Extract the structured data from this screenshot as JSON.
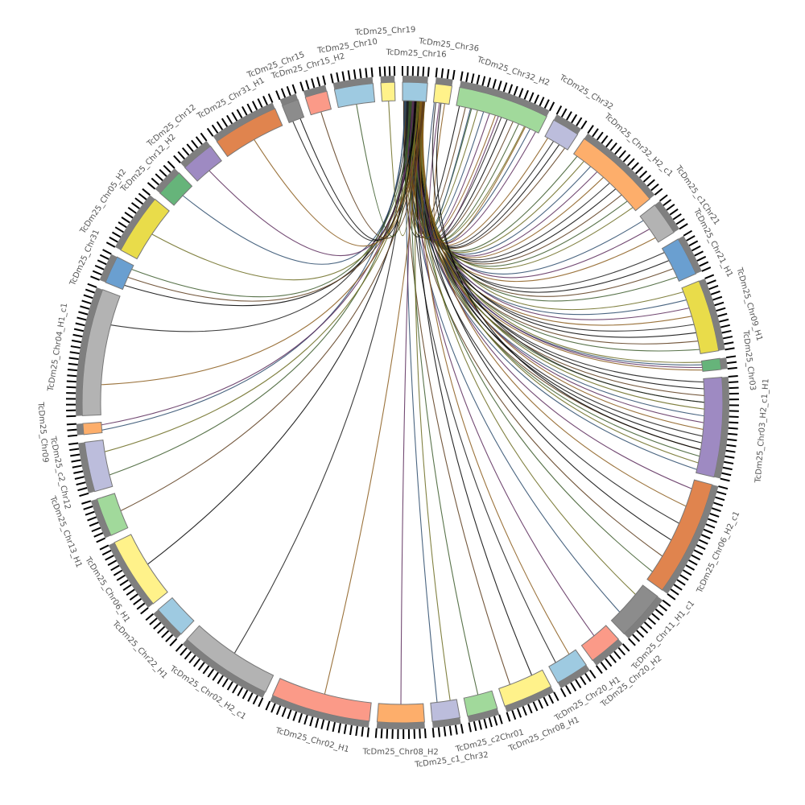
{
  "chart_data": {
    "type": "circos",
    "title": "",
    "band_color": "#7f7f7f",
    "sectors": [
      {
        "name": "TcDm25_Chr16",
        "length": 45,
        "color": "#9ecae1"
      },
      {
        "name": "TcDm25_Chr36",
        "length": 30,
        "color": "#fff28a"
      },
      {
        "name": "TcDm25_Chr32_H2",
        "length": 165,
        "color": "#a1d99b"
      },
      {
        "name": "TcDm25_Chr32",
        "length": 50,
        "color": "#bcbddc"
      },
      {
        "name": "TcDm25_Chr32_H2_c1",
        "length": 160,
        "color": "#fdae6b"
      },
      {
        "name": "TcDm25_c1Chr21",
        "length": 60,
        "color": "#b3b3b3"
      },
      {
        "name": "TcDm25_Chr21_H1",
        "length": 70,
        "color": "#6a9fd0"
      },
      {
        "name": "TcDm25_Chr09_H1",
        "length": 130,
        "color": "#e9dc4a"
      },
      {
        "name": "TcDm25_Chr03",
        "length": 20,
        "color": "#66b47a"
      },
      {
        "name": "TcDm25_Chr03_H2_c1_H1",
        "length": 180,
        "color": "#9e8ac2"
      },
      {
        "name": "TcDm25_Chr06_H2_c1",
        "length": 210,
        "color": "#e0844e"
      },
      {
        "name": "TcDm25_Chr11_H1_c1",
        "length": 90,
        "color": "#8c8c8c"
      },
      {
        "name": "TcDm25_Chr20_H2",
        "length": 60,
        "color": "#fb9a88"
      },
      {
        "name": "TcDm25_Chr20_H1",
        "length": 60,
        "color": "#9ecae1"
      },
      {
        "name": "TcDm25_Chr08_H1",
        "length": 90,
        "color": "#fff28a"
      },
      {
        "name": "TcDm25_c2Chr01",
        "length": 55,
        "color": "#a1d99b"
      },
      {
        "name": "TcDm25_c1_Chr32",
        "length": 50,
        "color": "#bcbddc"
      },
      {
        "name": "TcDm25_Chr08_H2",
        "length": 85,
        "color": "#fdae6b"
      },
      {
        "name": "TcDm25_Chr02_H1",
        "length": 180,
        "color": "#fb9a88"
      },
      {
        "name": "TcDm25_Chr02_H2_c1",
        "length": 170,
        "color": "#b3b3b3"
      },
      {
        "name": "TcDm25_Chr22_H1",
        "length": 60,
        "color": "#9ecae1"
      },
      {
        "name": "TcDm25_Chr06_H1",
        "length": 130,
        "color": "#fff28a"
      },
      {
        "name": "TcDm25_Chr13_H1",
        "length": 70,
        "color": "#a1d99b"
      },
      {
        "name": "TcDm25_c2_Chr12",
        "length": 90,
        "color": "#bcbddc"
      },
      {
        "name": "TcDm25_Chr09",
        "length": 20,
        "color": "#fdae6b"
      },
      {
        "name": "TcDm25_Chr04_H1_c1",
        "length": 230,
        "color": "#b3b3b3"
      },
      {
        "name": "TcDm25_Chr31",
        "length": 50,
        "color": "#6a9fd0"
      },
      {
        "name": "TcDm25_Chr05_H2",
        "length": 110,
        "color": "#e9dc4a"
      },
      {
        "name": "TcDm25_Chr12_H2",
        "length": 50,
        "color": "#66b47a"
      },
      {
        "name": "TcDm25_Chr12",
        "length": 60,
        "color": "#9e8ac2"
      },
      {
        "name": "TcDm25_Chr31_H1",
        "length": 120,
        "color": "#e0844e"
      },
      {
        "name": "TcDm25_Chr15",
        "length": 30,
        "color": "#8c8c8c"
      },
      {
        "name": "TcDm25_Chr15_H2",
        "length": 40,
        "color": "#fb9a88"
      },
      {
        "name": "TcDm25_Chr10",
        "length": 70,
        "color": "#9ecae1"
      },
      {
        "name": "TcDm25_Chr19",
        "length": 25,
        "color": "#fff28a"
      }
    ],
    "link_colors": [
      "#000000",
      "#5a3a1a",
      "#3b5b2a",
      "#6b6b20",
      "#2a4a6b",
      "#5a2a5a",
      "#8a5a1a",
      "#1a1a1a"
    ],
    "links": [
      {
        "from": 0,
        "to": 2,
        "count": 14
      },
      {
        "from": 0,
        "to": 3,
        "count": 4
      },
      {
        "from": 0,
        "to": 4,
        "count": 10
      },
      {
        "from": 0,
        "to": 5,
        "count": 3
      },
      {
        "from": 0,
        "to": 6,
        "count": 4
      },
      {
        "from": 0,
        "to": 7,
        "count": 8
      },
      {
        "from": 0,
        "to": 8,
        "count": 4
      },
      {
        "from": 0,
        "to": 9,
        "count": 14
      },
      {
        "from": 0,
        "to": 10,
        "count": 6
      },
      {
        "from": 0,
        "to": 11,
        "count": 2
      },
      {
        "from": 0,
        "to": 12,
        "count": 1
      },
      {
        "from": 0,
        "to": 13,
        "count": 2
      },
      {
        "from": 0,
        "to": 14,
        "count": 2
      },
      {
        "from": 0,
        "to": 15,
        "count": 1
      },
      {
        "from": 0,
        "to": 16,
        "count": 2
      },
      {
        "from": 0,
        "to": 17,
        "count": 1
      },
      {
        "from": 0,
        "to": 18,
        "count": 1
      },
      {
        "from": 0,
        "to": 19,
        "count": 1
      },
      {
        "from": 0,
        "to": 21,
        "count": 1
      },
      {
        "from": 0,
        "to": 22,
        "count": 1
      },
      {
        "from": 0,
        "to": 23,
        "count": 2
      },
      {
        "from": 0,
        "to": 24,
        "count": 2
      },
      {
        "from": 0,
        "to": 25,
        "count": 2
      },
      {
        "from": 0,
        "to": 26,
        "count": 3
      },
      {
        "from": 0,
        "to": 27,
        "count": 1
      },
      {
        "from": 0,
        "to": 28,
        "count": 1
      },
      {
        "from": 0,
        "to": 29,
        "count": 1
      },
      {
        "from": 0,
        "to": 30,
        "count": 1
      },
      {
        "from": 0,
        "to": 31,
        "count": 2
      },
      {
        "from": 0,
        "to": 32,
        "count": 1
      },
      {
        "from": 0,
        "to": 33,
        "count": 1
      },
      {
        "from": 0,
        "to": 34,
        "count": 1
      },
      {
        "from": 0,
        "to": 35,
        "count": 1
      },
      {
        "from": 1,
        "to": 2,
        "count": 3
      },
      {
        "from": 1,
        "to": 9,
        "count": 2
      }
    ]
  }
}
